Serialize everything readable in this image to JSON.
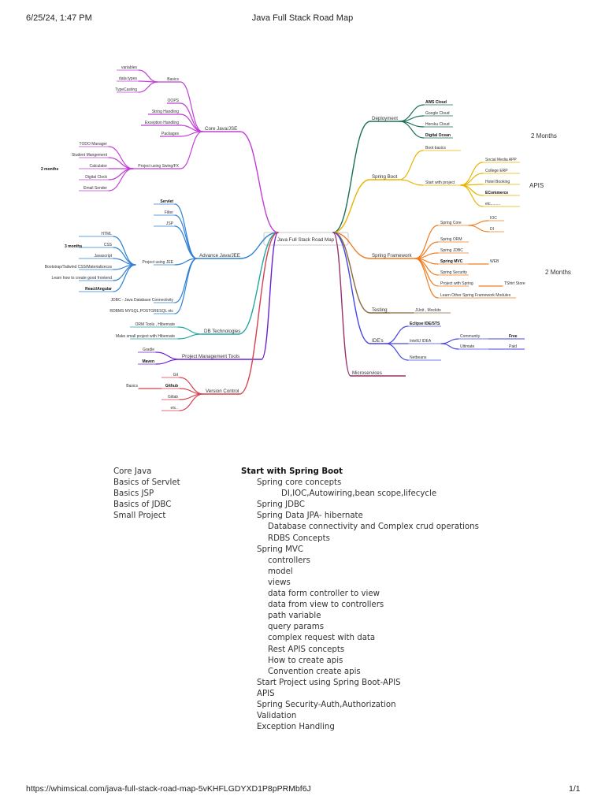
{
  "header": {
    "datetime": "6/25/24, 1:47 PM",
    "title": "Java Full Stack Road Map"
  },
  "footer": {
    "url": "https://whimsical.com/java-full-stack-road-map-5vKHFLGDYXD1P8pPRMbf6J",
    "page": "1/1"
  },
  "mindmap": {
    "center": "Java Full Stack Road Map",
    "left": [
      {
        "label": "Core Java/JSE",
        "color": "#c13ed6",
        "children": [
          {
            "label": "Basics",
            "children": [
              "variables",
              "data types",
              "TypeCasting"
            ]
          },
          {
            "label": "OOPS"
          },
          {
            "label": "String Handling"
          },
          {
            "label": "Exception Handling"
          },
          {
            "label": "Packages"
          },
          {
            "label": "Project using Swing/FX",
            "children": [
              "TODO Manager",
              "Student Mangement",
              "Calculator",
              "Digital Clock",
              "Email Sender"
            ],
            "note": "2 months"
          }
        ]
      },
      {
        "label": "Advance Java/JEE",
        "color": "#2f80d6",
        "children": [
          {
            "label": "Servlet",
            "bold": true
          },
          {
            "label": "Filter"
          },
          {
            "label": "JSP"
          },
          {
            "label": "Project using JEE",
            "children": [
              "HTML",
              "CSS",
              "Javascript",
              "Bootstrap/Tailwind CSS/Materializecss",
              "Learn how to create good frontend",
              "React/Angular"
            ],
            "note": "3 months"
          },
          {
            "label": "JDBC - Java Database Connectivity"
          },
          {
            "label": "RDBMS MYSQL,POSTGRESQL etc"
          }
        ]
      },
      {
        "label": "DB Technologies",
        "color": "#1fa8a0",
        "children": [
          {
            "label": "ORM Tools , Hibernate"
          },
          {
            "label": "Make small project with Hibernate"
          }
        ]
      },
      {
        "label": "Project Management Tools",
        "color": "#6b1fd1",
        "children": [
          {
            "label": "Gradle"
          },
          {
            "label": "Maven",
            "bold": true
          }
        ]
      },
      {
        "label": "Version Control",
        "color": "#d8404d",
        "children": [
          {
            "label": "Git"
          },
          {
            "label": "Github",
            "bold": true,
            "pre": "Basics"
          },
          {
            "label": "Gitlab"
          },
          {
            "label": "etc.."
          }
        ]
      }
    ],
    "right": [
      {
        "label": "Deployment",
        "color": "#1b6e5a",
        "children": [
          "AWS Cloud",
          "Google Cloud",
          "Heroku Cloud",
          "Digital Ocean"
        ],
        "note": "2 Months"
      },
      {
        "label": "Spring Boot",
        "color": "#e8b400",
        "children": [
          "Boot basics",
          "Start with project"
        ],
        "project_children": [
          "Social Media APP",
          "College ERP",
          "Hotel Booking",
          "ECommerce",
          "etc........."
        ],
        "note": "APIS"
      },
      {
        "label": "Spring Framework",
        "color": "#ef7d22",
        "children": [
          "Spring Core",
          "Spring ORM",
          "Spring JDBC",
          "Spring MVC",
          "Spring Security",
          "Project with Spring",
          "Learn Other Spring Framework Modules"
        ],
        "core_children": [
          "IOC",
          "DI"
        ],
        "mvc_child": "WEB",
        "project_child": "TShirt Store",
        "note": "2 Months"
      },
      {
        "label": "Testing",
        "color": "#8a6a3a",
        "children": [
          "JUnit , Mockito"
        ]
      },
      {
        "label": "IDE's",
        "color": "#4747e0",
        "children": [
          "Eclipse IDE/STS",
          "IntelliJ IDEA",
          "Netbeans"
        ],
        "intellij_children": [
          "Community",
          "Ultimate"
        ],
        "leaf": [
          "Free",
          "Paid"
        ]
      },
      {
        "label": "Microservices",
        "color": "#9b2f6e"
      }
    ]
  },
  "notes": {
    "col1": [
      "Core Java",
      "Basics of Servlet",
      "Basics JSP",
      "Basics of JDBC",
      "Small Project"
    ],
    "col2": [
      {
        "t": "Start with Spring Boot",
        "indent": 0,
        "bold": true
      },
      {
        "t": "Spring core concepts",
        "indent": 1
      },
      {
        "t": "DI,IOC,Autowiring,bean scope,lifecycle",
        "indent": 2
      },
      {
        "t": "Spring JDBC",
        "indent": 1
      },
      {
        "t": "Spring Data JPA- hibernate",
        "indent": 1
      },
      {
        "t": "Database connectivity and Complex crud operations",
        "indent": 3
      },
      {
        "t": "RDBS Concepts",
        "indent": 3
      },
      {
        "t": "Spring MVC",
        "indent": 1
      },
      {
        "t": "controllers",
        "indent": 3
      },
      {
        "t": "model",
        "indent": 3
      },
      {
        "t": "views",
        "indent": 3
      },
      {
        "t": "data form controller to view",
        "indent": 3
      },
      {
        "t": "data from view to controllers",
        "indent": 3
      },
      {
        "t": "path variable",
        "indent": 3
      },
      {
        "t": "query params",
        "indent": 3
      },
      {
        "t": "complex request with data",
        "indent": 3
      },
      {
        "t": "Rest APIS concepts",
        "indent": 3
      },
      {
        "t": "How to create apis",
        "indent": 3
      },
      {
        "t": "Convention create apis",
        "indent": 3
      },
      {
        "t": "Start Project using Spring Boot-APIS",
        "indent": 1
      },
      {
        "t": "APIS",
        "indent": 1
      },
      {
        "t": "Spring Security-Auth,Authorization",
        "indent": 1
      },
      {
        "t": "Validation",
        "indent": 1
      },
      {
        "t": "Exception Handling",
        "indent": 1
      }
    ]
  }
}
